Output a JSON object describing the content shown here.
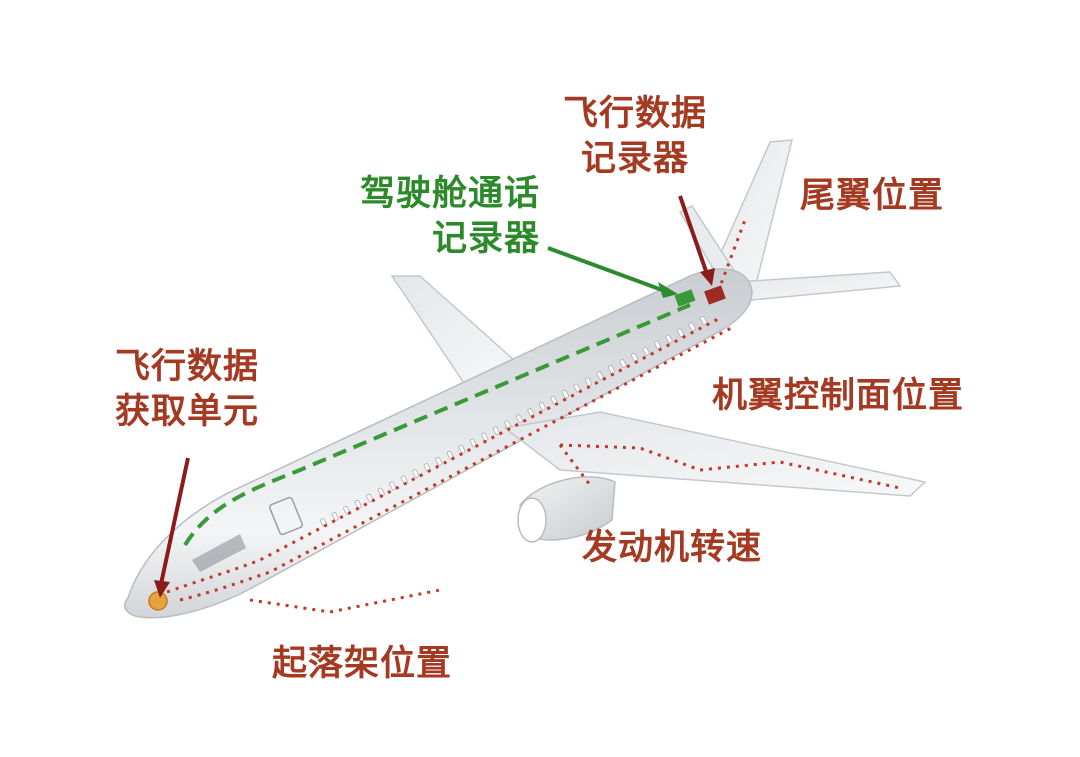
{
  "labels": {
    "fdr": {
      "line1": "飞行数据",
      "line2": "记录器"
    },
    "cvr": {
      "line1": "驾驶舱通话",
      "line2": "记录器"
    },
    "fdau": {
      "line1": "飞行数据",
      "line2": "获取单元"
    },
    "tail": "尾翼位置",
    "wing": "机翼控制面位置",
    "engine": "发动机转速",
    "gear": "起落架位置"
  },
  "colors": {
    "label_red": "#a53a22",
    "label_green": "#2c8a2a",
    "wiring_red": "#c0392b",
    "wiring_green": "#3a9a3a",
    "fuselage": "#d9dde0"
  }
}
